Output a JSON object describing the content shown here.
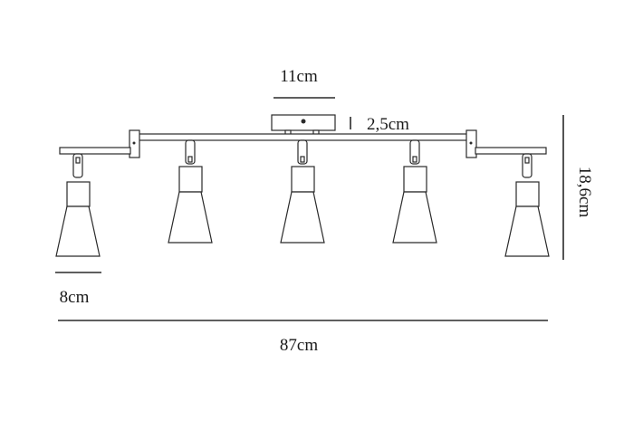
{
  "dimensions": {
    "canopy_width": "11cm",
    "canopy_height": "2,5cm",
    "total_height": "18,6cm",
    "shade_width": "8cm",
    "total_width": "87cm"
  },
  "spotlight_count": 5,
  "colors": {
    "line": "#2a2a2a",
    "background": "#ffffff"
  }
}
